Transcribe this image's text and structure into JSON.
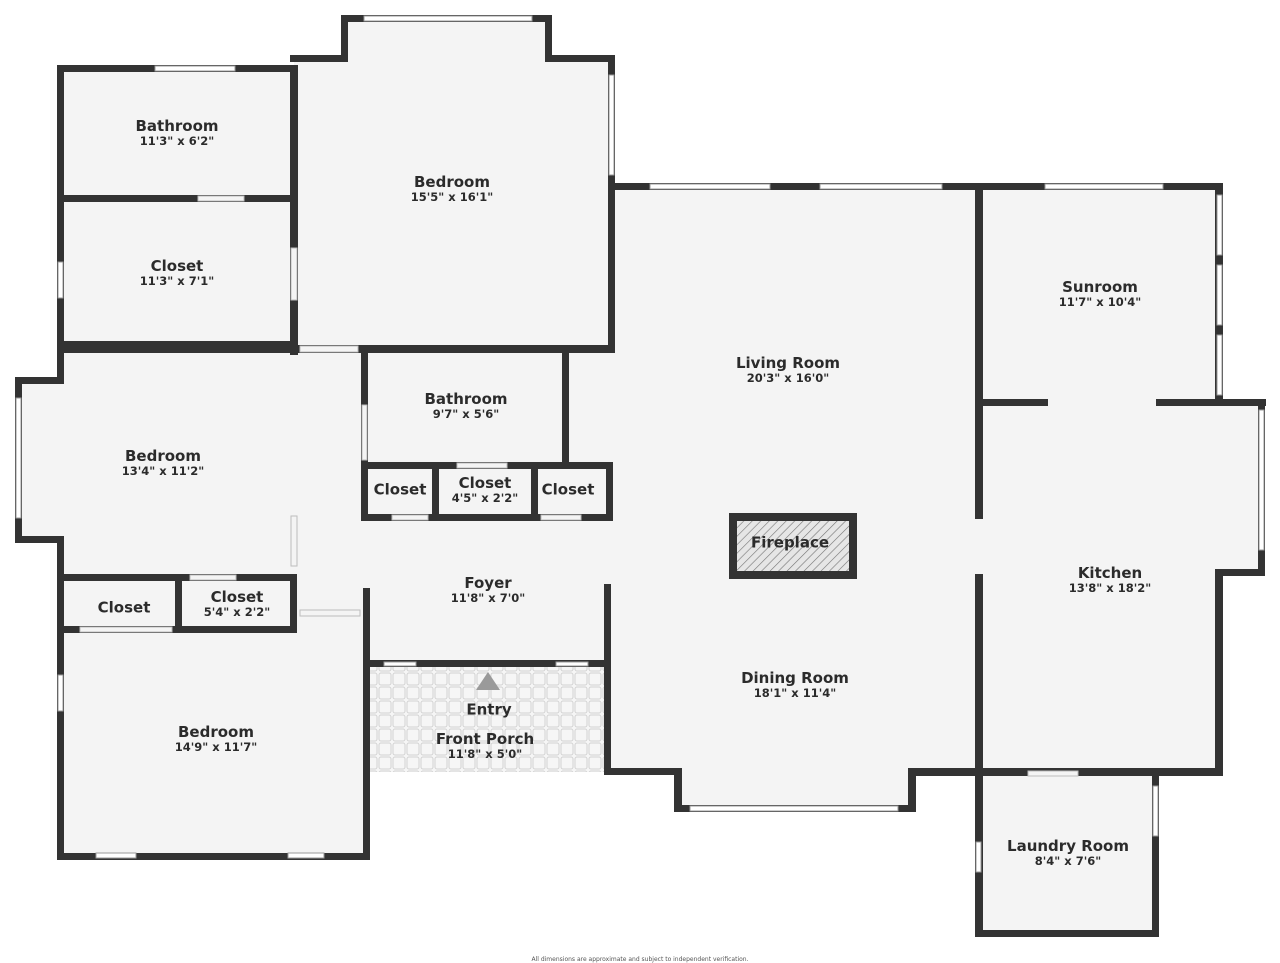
{
  "rooms": {
    "bathroom_nw": {
      "name": "Bathroom",
      "dim": "11'3\" x 6'2\""
    },
    "closet_nw": {
      "name": "Closet",
      "dim": "11'3\" x 7'1\""
    },
    "bedroom_n": {
      "name": "Bedroom",
      "dim": "15'5\" x 16'1\""
    },
    "bedroom_w": {
      "name": "Bedroom",
      "dim": "13'4\" x 11'2\""
    },
    "closet_sw_small": {
      "name": "Closet"
    },
    "closet_sw": {
      "name": "Closet",
      "dim": "5'4\" x 2'2\""
    },
    "bedroom_sw": {
      "name": "Bedroom",
      "dim": "14'9\" x 11'7\""
    },
    "bathroom_c": {
      "name": "Bathroom",
      "dim": "9'7\" x 5'6\""
    },
    "closet_c1": {
      "name": "Closet"
    },
    "closet_c2": {
      "name": "Closet",
      "dim": "4'5\" x 2'2\""
    },
    "closet_c3": {
      "name": "Closet"
    },
    "foyer": {
      "name": "Foyer",
      "dim": "11'8\" x 7'0\""
    },
    "entry": {
      "name": "Entry"
    },
    "front_porch": {
      "name": "Front Porch",
      "dim": "11'8\" x 5'0\""
    },
    "living_room": {
      "name": "Living Room",
      "dim": "20'3\" x 16'0\""
    },
    "fireplace": {
      "name": "Fireplace"
    },
    "dining_room": {
      "name": "Dining Room",
      "dim": "18'1\" x 11'4\""
    },
    "sunroom": {
      "name": "Sunroom",
      "dim": "11'7\" x 10'4\""
    },
    "kitchen": {
      "name": "Kitchen",
      "dim": "13'8\" x 18'2\""
    },
    "laundry_room": {
      "name": "Laundry Room",
      "dim": "8'4\" x 7'6\""
    }
  },
  "disclaimer": "All dimensions are approximate and subject to independent verification.",
  "colors": {
    "wall": "#333333",
    "floor": "#f4f4f4",
    "background": "#ffffff"
  }
}
